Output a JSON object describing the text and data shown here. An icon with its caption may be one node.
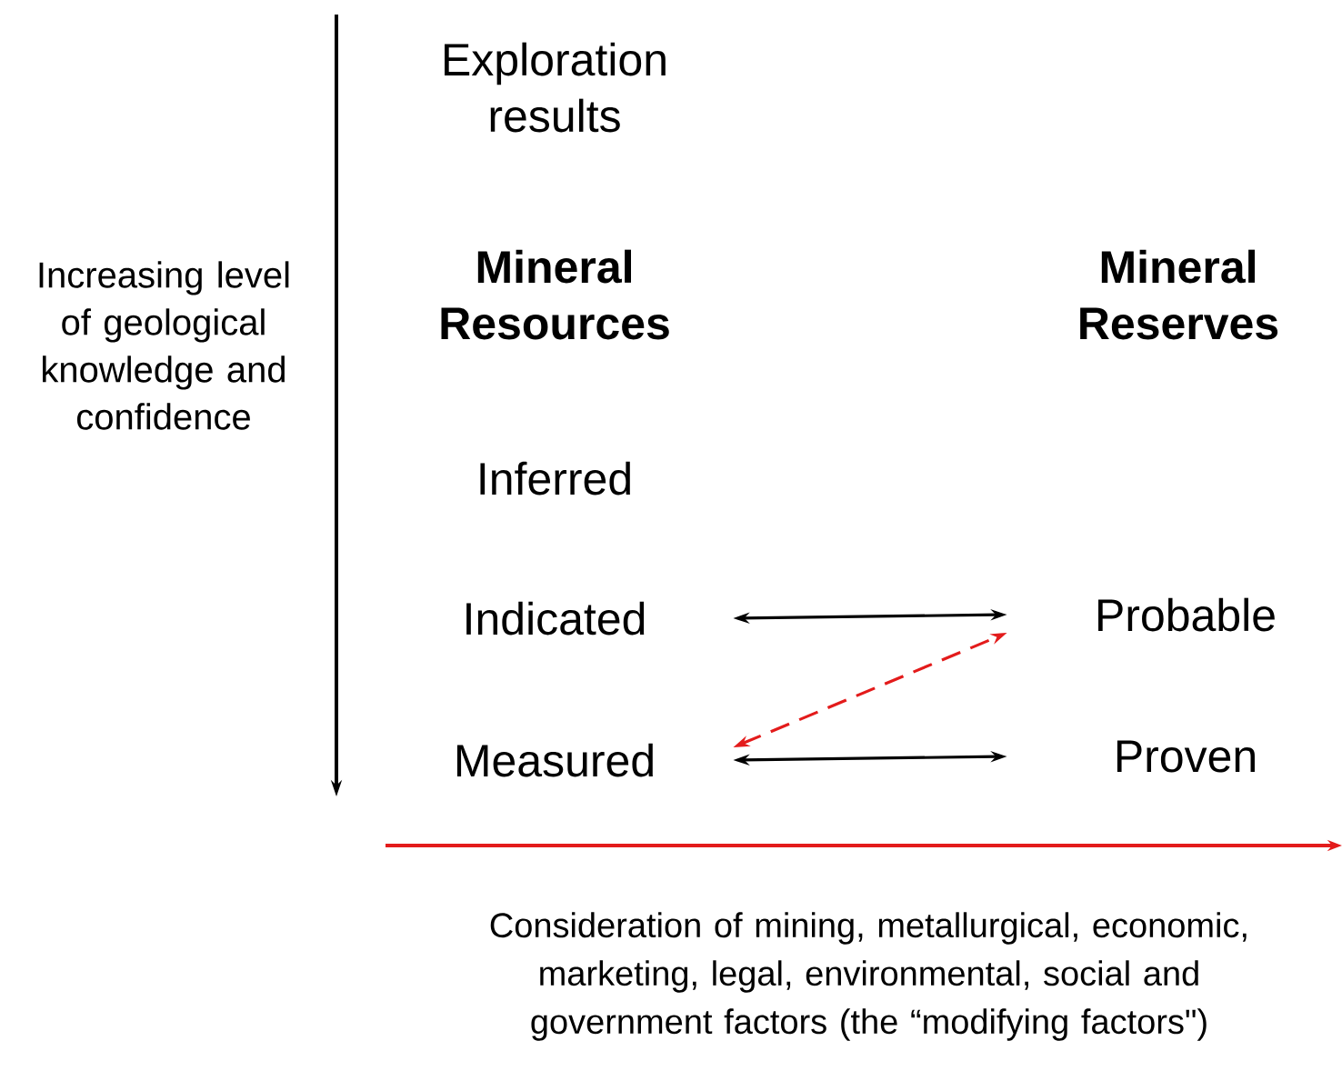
{
  "diagram": {
    "nodes": [
      {
        "text": [
          "Exploration results"
        ]
      },
      {
        "text": [
          "Mineral Resources"
        ]
      },
      {
        "text": [
          "Mineral Reserves"
        ]
      },
      {
        "text": [
          "Inferred"
        ]
      },
      {
        "text": [
          "Indicated"
        ]
      },
      {
        "text": [
          "Measured"
        ]
      },
      {
        "text": [
          "Probable"
        ]
      },
      {
        "text": [
          "Proven"
        ]
      }
    ],
    "edges": [
      {
        "from": 4,
        "to": 6,
        "arrow": "both"
      },
      {
        "from": 5,
        "to": 6,
        "arrow": "both",
        "style": "dashed",
        "color": "#e31b1b"
      },
      {
        "from": 5,
        "to": 7,
        "arrow": "both"
      }
    ],
    "labels": [
      "Increasing level of geological knowledge and confidence",
      "Consideration of mining, metallurgical, economic, marketing, legal, environmental, social and government factors (the “modifying factors\")"
    ]
  }
}
